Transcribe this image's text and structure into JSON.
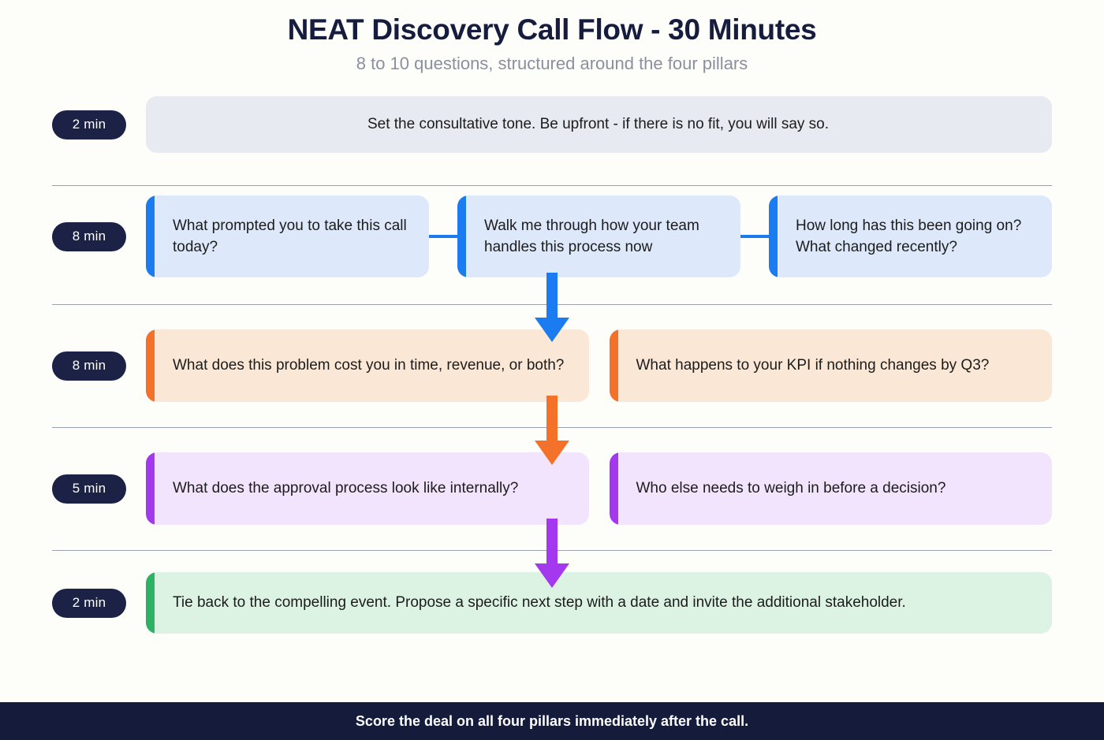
{
  "header": {
    "title": "NEAT Discovery Call Flow - 30 Minutes",
    "subtitle": "8 to 10 questions, structured around the four pillars"
  },
  "colors": {
    "background": "#fdfdfa",
    "title": "#151c3d",
    "subtitle": "#8b8f9e",
    "badge_bg": "#1b2245",
    "blue_accent": "#1a7cf0",
    "blue_card": "#dde9fa",
    "orange_accent": "#f4712a",
    "orange_card": "#fbe7d5",
    "purple_accent": "#a338ef",
    "purple_card": "#f2e4fc",
    "green_accent": "#2bb264",
    "green_card": "#dcf3e4",
    "grey_card": "#e8eaf1",
    "footer_bg": "#141b3b",
    "divider": "#9aa0ad"
  },
  "rows": {
    "opener": {
      "badge": "2 min",
      "card": "Set the consultative tone. Be upfront - if there is no fit, you will say so."
    },
    "need": {
      "badge": "8 min",
      "card1": "What prompted you to take this call today?",
      "card2": "Walk me through how your team handles this process now",
      "card3": "How long has this been going on? What changed recently?"
    },
    "economic": {
      "badge": "8 min",
      "card1": "What does this problem cost you in time, revenue, or both?",
      "card2": "What happens to your KPI if nothing changes by Q3?"
    },
    "authority": {
      "badge": "5 min",
      "card1": "What does the approval process look like internally?",
      "card2": "Who else needs to weigh in before a decision?"
    },
    "timeline": {
      "badge": "2 min",
      "card": "Tie back to the compelling event. Propose a specific next step with a date and invite the additional stakeholder."
    }
  },
  "arrows": {
    "blue": "down-arrow-icon",
    "orange": "down-arrow-icon",
    "purple": "down-arrow-icon"
  },
  "footer": {
    "text": "Score the deal on all four pillars immediately after the call."
  }
}
